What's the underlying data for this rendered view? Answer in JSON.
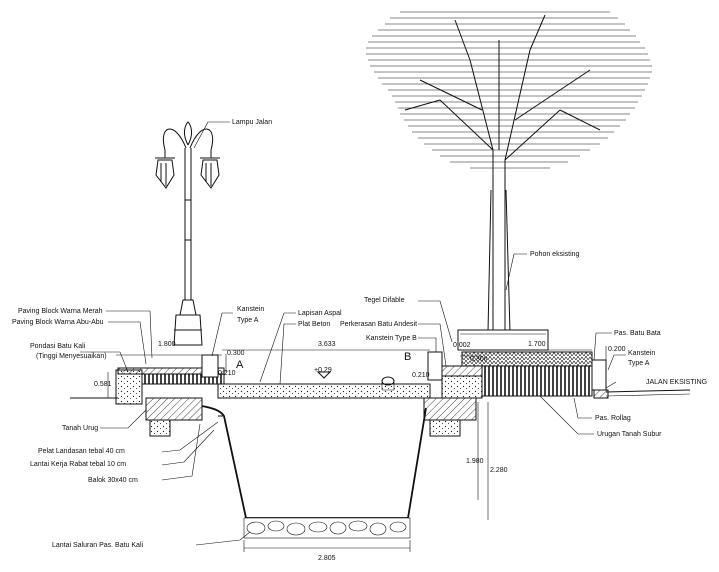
{
  "labels": {
    "lampu_jalan": "Lampu Jalan",
    "paving_merah": "Paving Block Warna Merah",
    "paving_abu": "Paving Block Warna Abu-Abu",
    "kanstein_a_left_1": "Kanstein",
    "kanstein_a_left_2": "Type A",
    "lapisan_aspal": "Lapisan Aspal",
    "plat_beton": "Plat Beton",
    "pondasi_1": "Pondasi Batu Kali",
    "pondasi_2": "(Tinggi Menyesuaikan)",
    "tegel_difable": "Tegel Difable",
    "perkerasan": "Perkerasan Batu Andesit",
    "kanstein_b": "Kanstein Type B",
    "pohon": "Pohon eksisting",
    "pas_batu_bata": "Pas. Batu Bata",
    "kanstein_a_right_1": "Kanstein",
    "kanstein_a_right_2": "Type A",
    "jalan_eksisting": "JALAN EKSISTING",
    "tanah_urug": "Tanah Urug",
    "pelat_landasan": "Pelat Landasan tebal 40 cm",
    "lantai_kerja": "Lantai Kerja Rabat tebal 10 cm",
    "balok": "Balok 30x40 cm",
    "lantai_saluran": "Lantai Saluran Pas. Batu Kali",
    "pas_rollag": "Pas. Rollag",
    "urugan": "Urugan Tanah Subur",
    "marker_a": "A",
    "marker_b": "B"
  },
  "dimensions": {
    "d_1800": "1.800",
    "d_3633": "3.633",
    "d_1700": "1.700",
    "d_0300_left": "0.300",
    "d_0210_left": "0.210",
    "d_0581": "0.581",
    "d_029": "+0.29",
    "d_0210_mid": "0.210",
    "d_0002": "0.002",
    "d_0300_mid": "0.300",
    "d_0200": "0.200",
    "d_1980": "1.980",
    "d_2280": "2.280",
    "d_2805": "2.805"
  }
}
